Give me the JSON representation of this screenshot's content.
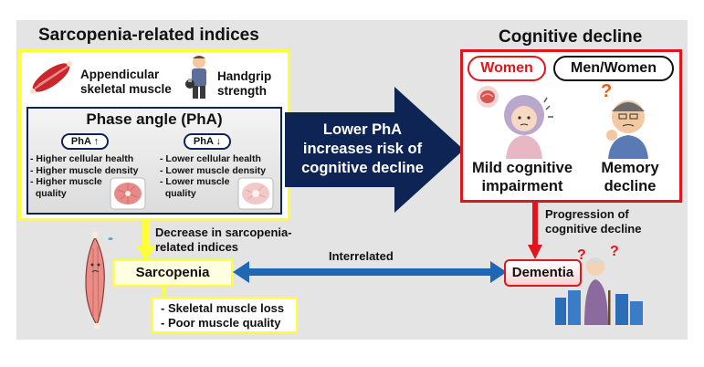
{
  "sarcopenia_indices": {
    "title": "Sarcopenia-related indices",
    "muscle_label": "Appendicular skeletal muscle",
    "grip_label": "Handgrip strength",
    "phase_angle": {
      "title": "Phase angle (PhA)",
      "high": {
        "badge": "PhA ↑",
        "items": [
          "- Higher cellular health",
          "- Higher muscle density",
          "- Higher muscle",
          "  quality"
        ]
      },
      "low": {
        "badge": "PhA ↓",
        "items": [
          "- Lower cellular health",
          "- Lower muscle density",
          "- Lower muscle",
          "  quality"
        ]
      }
    }
  },
  "arrow_text": [
    "Lower PhA",
    "increases risk of",
    "cognitive decline"
  ],
  "cognitive_decline": {
    "title": "Cognitive decline",
    "women_badge": "Women",
    "men_women_badge": "Men/Women",
    "mci_label": [
      "Mild cognitive",
      "impairment"
    ],
    "memory_label": [
      "Memory",
      "decline"
    ]
  },
  "decrease_label": [
    "Decrease in sarcopenia-",
    "related indices"
  ],
  "progression_label": [
    "Progression of",
    "cognitive decline"
  ],
  "sarcopenia_box": "Sarcopenia",
  "interrelated": "Interrelated",
  "dementia_box": "Dementia",
  "sarcopenia_details": [
    "- Skeletal muscle loss",
    "- Poor muscle quality"
  ],
  "colors": {
    "yellow": "#ffff33",
    "red": "#e0161b",
    "navy": "#0d2454",
    "blue_arrow": "#1f67b5"
  }
}
